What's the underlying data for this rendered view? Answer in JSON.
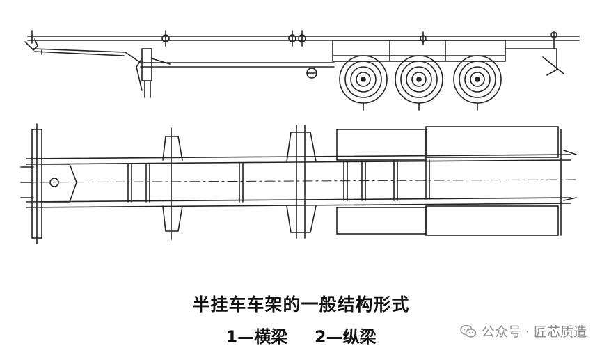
{
  "caption": {
    "title": "半挂车车架的一般结构形式",
    "legend": [
      {
        "number": "1",
        "label": "横梁"
      },
      {
        "number": "2",
        "label": "纵梁"
      }
    ],
    "separator": "—"
  },
  "watermark": {
    "text": "公众号 · 匠芯质造",
    "icon": "wechat-icon"
  }
}
